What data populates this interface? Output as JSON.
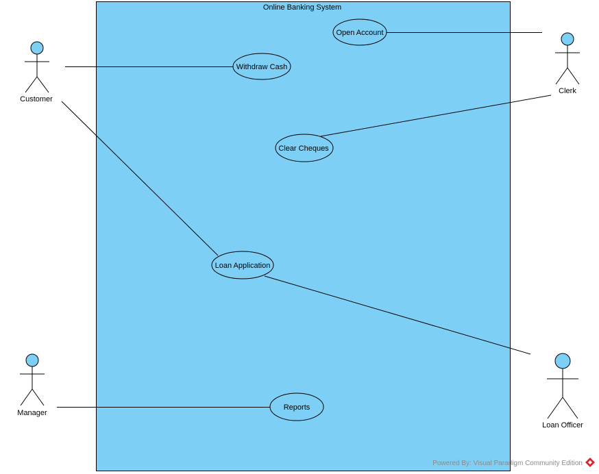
{
  "system": {
    "title": "Online Banking System"
  },
  "actors": {
    "customer": "Customer",
    "clerk": "Clerk",
    "manager": "Manager",
    "loan_officer": "Loan Officer"
  },
  "use_cases": {
    "open_account": "Open Account",
    "withdraw_cash": "Withdraw Cash",
    "clear_cheques": "Clear Cheques",
    "loan_application": "Loan Application",
    "reports": "Reports"
  },
  "associations": [
    [
      "Customer",
      "Withdraw Cash"
    ],
    [
      "Customer",
      "Loan Application"
    ],
    [
      "Clerk",
      "Open Account"
    ],
    [
      "Clerk",
      "Clear Cheques"
    ],
    [
      "Loan Officer",
      "Loan Application"
    ],
    [
      "Manager",
      "Reports"
    ]
  ],
  "watermark": {
    "text": "Powered By: Visual Paradigm Community Edition",
    "icon": "visual-paradigm-logo-icon"
  },
  "colors": {
    "system_fill": "#7ecff5",
    "shape_fill": "#7ecff5",
    "stroke": "#000000",
    "logo": "#d9262e"
  }
}
